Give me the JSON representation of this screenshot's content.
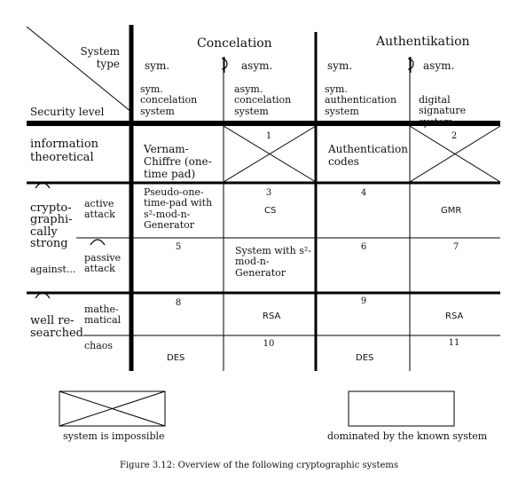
{
  "header": {
    "system_type": "System type",
    "security_level": "Security level",
    "concelation": "Concelation",
    "authentikation": "Authentikation",
    "sym": "sym.",
    "asym": "asym.",
    "sym_concelation": "sym. concelation system",
    "asym_concelation": "asym. concelation system",
    "sym_authentication": "sym. authentication system",
    "digital_signature": "digital signature system"
  },
  "rows": {
    "info_theoretical": "information theoretical",
    "crypto_strong": "crypto- graphi- cally strong",
    "against": "against...",
    "active_attack": "active attack",
    "passive_attack": "passive attack",
    "well_researched": "well re- searched",
    "mathematical": "mathe- matical",
    "chaos": "chaos"
  },
  "cells": {
    "vernam": "Vernam-Chiffre (one-time pad)",
    "auth_codes": "Authentication codes",
    "pseudo_pad": "Pseudo-one- time-pad with s²-mod-n- Generator",
    "cs": "CS",
    "gmr": "GMR",
    "system_with": "System with s²-mod-n- Generator",
    "rsa1": "RSA",
    "rsa2": "RSA",
    "des1": "DES",
    "des2": "DES"
  },
  "numbers": [
    "1",
    "2",
    "3",
    "4",
    "5",
    "6",
    "7",
    "8",
    "9",
    "10",
    "11"
  ],
  "legend": {
    "impossible": "system is impossible",
    "dominated": "dominated by the known system"
  },
  "caption": "Figure 3.12: Overview of the following cryptographic systems"
}
